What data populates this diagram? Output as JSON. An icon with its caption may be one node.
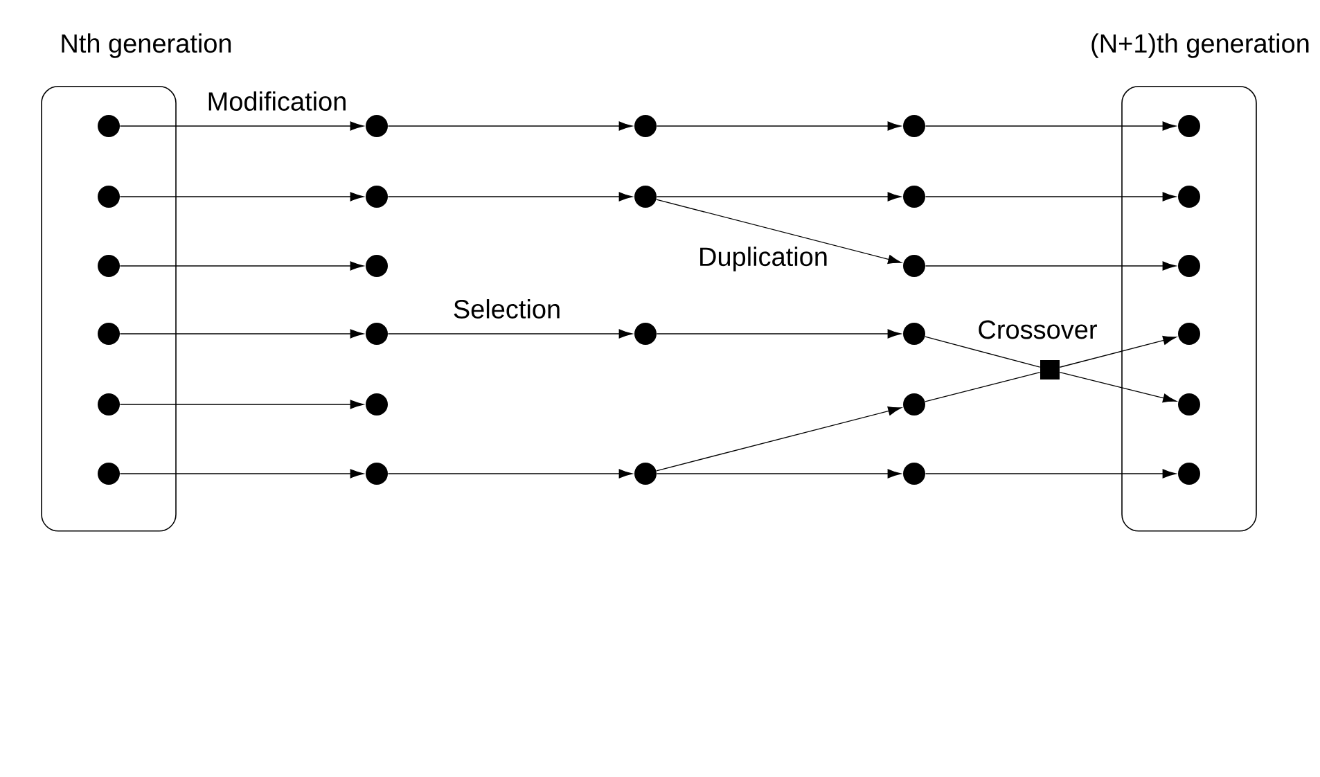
{
  "diagram": {
    "nodes": [
      {
        "text": [
          "Nth generation"
        ]
      },
      {
        "text": [],
        "shape": "circle",
        "in": 0
      },
      {
        "text": [],
        "shape": "circle",
        "in": 0
      },
      {
        "text": [],
        "shape": "circle",
        "in": 0
      },
      {
        "text": [],
        "shape": "circle",
        "in": 0
      },
      {
        "text": [],
        "shape": "circle",
        "in": 0
      },
      {
        "text": [],
        "shape": "circle",
        "in": 0
      },
      {
        "text": [],
        "shape": "circle"
      },
      {
        "text": [],
        "shape": "circle"
      },
      {
        "text": [],
        "shape": "circle"
      },
      {
        "text": [],
        "shape": "circle"
      },
      {
        "text": [],
        "shape": "circle"
      },
      {
        "text": [],
        "shape": "circle"
      },
      {
        "text": [],
        "shape": "circle"
      },
      {
        "text": [],
        "shape": "circle"
      },
      {
        "text": [],
        "shape": "circle"
      },
      {
        "text": [],
        "shape": "circle"
      },
      {
        "text": [],
        "shape": "circle"
      },
      {
        "text": [],
        "shape": "circle"
      },
      {
        "text": [],
        "shape": "circle"
      },
      {
        "text": [],
        "shape": "circle"
      },
      {
        "text": [],
        "shape": "circle"
      },
      {
        "text": [],
        "shape": "circle"
      },
      {
        "text": [],
        "shape": "box",
        "beside": [
          "Crossover"
        ]
      },
      {
        "text": [
          "(N+1)th generation"
        ]
      },
      {
        "text": [],
        "shape": "circle",
        "in": 24
      },
      {
        "text": [],
        "shape": "circle",
        "in": 24
      },
      {
        "text": [],
        "shape": "circle",
        "in": 24
      },
      {
        "text": [],
        "shape": "circle",
        "in": 24
      },
      {
        "text": [],
        "shape": "circle",
        "in": 24
      },
      {
        "text": [],
        "shape": "circle",
        "in": 24
      }
    ],
    "edges": [
      {
        "from": 1,
        "to": 7,
        "arrow": "to",
        "label": "Modification"
      },
      {
        "from": 2,
        "to": 8,
        "arrow": "to"
      },
      {
        "from": 3,
        "to": 9,
        "arrow": "to"
      },
      {
        "from": 4,
        "to": 10,
        "arrow": "to"
      },
      {
        "from": 5,
        "to": 11,
        "arrow": "to"
      },
      {
        "from": 6,
        "to": 12,
        "arrow": "to"
      },
      {
        "from": 7,
        "to": 13,
        "arrow": "to"
      },
      {
        "from": 8,
        "to": 14,
        "arrow": "to"
      },
      {
        "from": 10,
        "to": 15,
        "arrow": "to",
        "label": "Selection"
      },
      {
        "from": 12,
        "to": 16,
        "arrow": "to"
      },
      {
        "from": 13,
        "to": 17,
        "arrow": "to"
      },
      {
        "from": 14,
        "to": 18,
        "arrow": "to"
      },
      {
        "from": 14,
        "to": 19,
        "arrow": "to",
        "label": "Duplication"
      },
      {
        "from": 15,
        "to": 20,
        "arrow": "to"
      },
      {
        "from": 16,
        "to": 21,
        "arrow": "to"
      },
      {
        "from": 16,
        "to": 22,
        "arrow": "to"
      },
      {
        "from": 17,
        "to": 25,
        "arrow": "to"
      },
      {
        "from": 18,
        "to": 26,
        "arrow": "to"
      },
      {
        "from": 19,
        "to": 27,
        "arrow": "to"
      },
      {
        "from": 20,
        "to": 23,
        "arrow": "none"
      },
      {
        "from": 21,
        "to": 23,
        "arrow": "none"
      },
      {
        "from": 23,
        "to": 28,
        "arrow": "to"
      },
      {
        "from": 23,
        "to": 29,
        "arrow": "to"
      },
      {
        "from": 22,
        "to": 30,
        "arrow": "to"
      }
    ]
  }
}
